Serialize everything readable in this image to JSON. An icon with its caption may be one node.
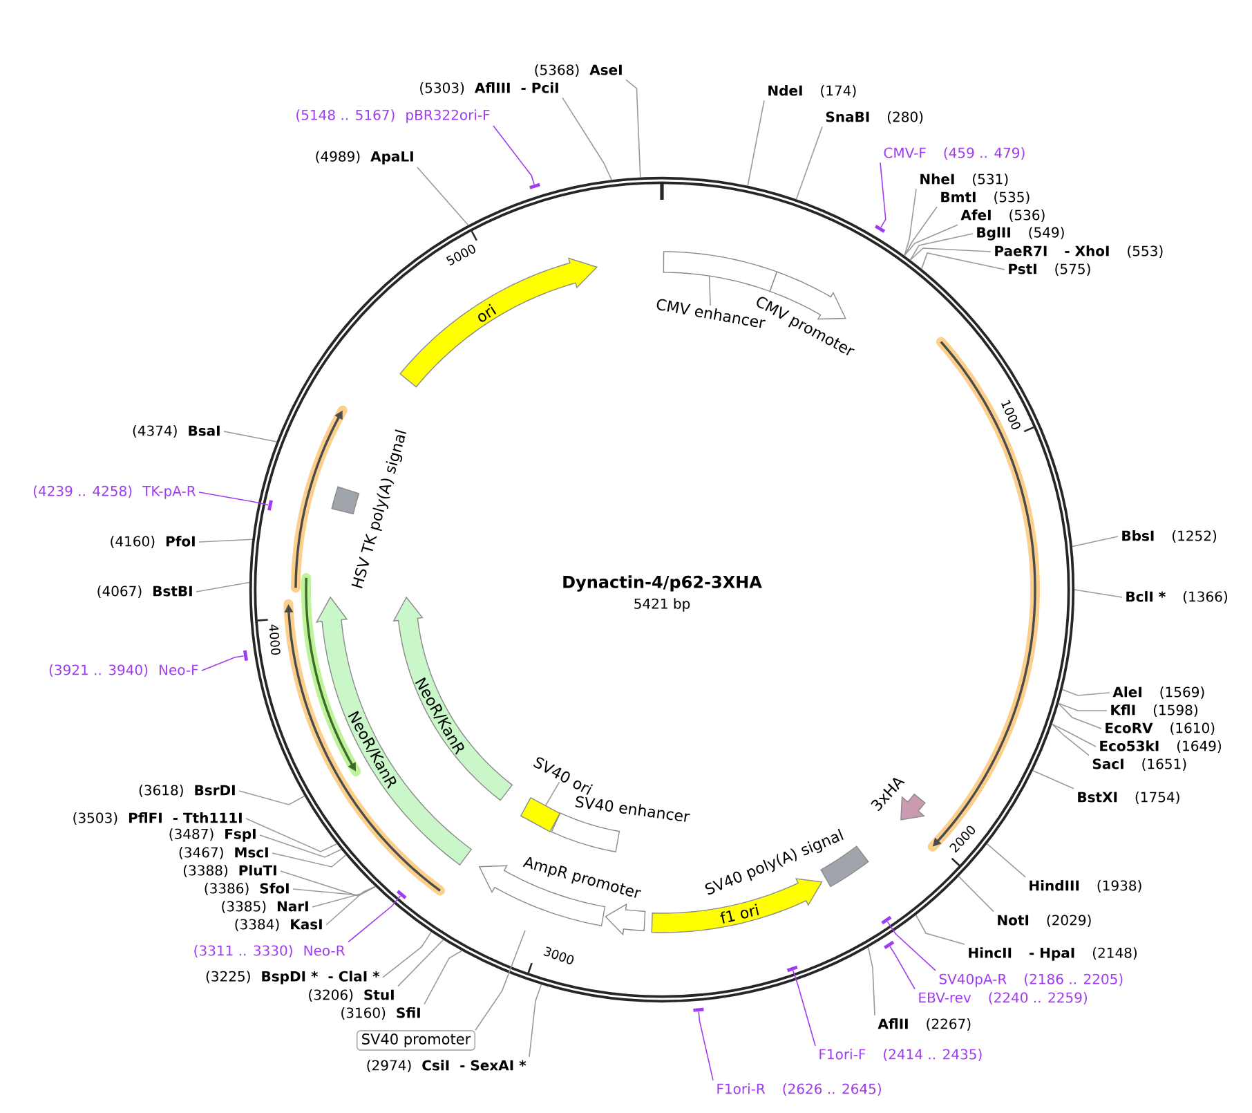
{
  "diagram": {
    "title": "Dynactin-4/p62-3XHA",
    "nodes": [
      {
        "text": [
          "NdeI",
          "(174)"
        ]
      },
      {
        "text": [
          "SnaBI",
          "(280)"
        ]
      },
      {
        "text": [
          "CMV-F",
          "(459 .. 479)"
        ]
      },
      {
        "text": [
          "NheI",
          "(531)"
        ]
      },
      {
        "text": [
          "BmtI",
          "(535)"
        ]
      },
      {
        "text": [
          "AfeI",
          "(536)"
        ]
      },
      {
        "text": [
          "BglII",
          "(549)"
        ]
      },
      {
        "text": [
          "PaeR7I",
          "- XhoI",
          "(553)"
        ]
      },
      {
        "text": [
          "PstI",
          "(575)"
        ]
      },
      {
        "text": [
          "BbsI",
          "(1252)"
        ]
      },
      {
        "text": [
          "BclI *",
          "(1366)"
        ]
      },
      {
        "text": [
          "AleI",
          "(1569)"
        ]
      },
      {
        "text": [
          "KflI",
          "(1598)"
        ]
      },
      {
        "text": [
          "EcoRV",
          "(1610)"
        ]
      },
      {
        "text": [
          "Eco53kI",
          "(1649)"
        ]
      },
      {
        "text": [
          "SacI",
          "(1651)"
        ]
      },
      {
        "text": [
          "BstXI",
          "(1754)"
        ]
      },
      {
        "text": [
          "HindIII",
          "(1938)"
        ]
      },
      {
        "text": [
          "NotI",
          "(2029)"
        ]
      },
      {
        "text": [
          "HincII",
          "- HpaI",
          "(2148)"
        ]
      },
      {
        "text": [
          "SV40pA-R",
          "(2186 .. 2205)"
        ]
      },
      {
        "text": [
          "EBV-rev",
          "(2240 .. 2259)"
        ]
      },
      {
        "text": [
          "AflII",
          "(2267)"
        ]
      },
      {
        "text": [
          "F1ori-F",
          "(2414 .. 2435)"
        ]
      },
      {
        "text": [
          "F1ori-R",
          "(2626 .. 2645)"
        ]
      },
      {
        "text": [
          "(2974)",
          "CsiI",
          "- SexAI *"
        ]
      },
      {
        "text": [
          "SV40 promoter"
        ]
      },
      {
        "text": [
          "(3160)",
          "SfiI"
        ]
      },
      {
        "text": [
          "(3206)",
          "StuI"
        ]
      },
      {
        "text": [
          "(3225)",
          "BspDI *",
          "- ClaI *"
        ]
      },
      {
        "text": [
          "(3311 .. 3330)",
          "Neo-R"
        ]
      },
      {
        "text": [
          "(3384)",
          "KasI"
        ]
      },
      {
        "text": [
          "(3385)",
          "NarI"
        ]
      },
      {
        "text": [
          "(3386)",
          "SfoI"
        ]
      },
      {
        "text": [
          "(3388)",
          "PluTI"
        ]
      },
      {
        "text": [
          "(3467)",
          "MscI"
        ]
      },
      {
        "text": [
          "(3487)",
          "FspI"
        ]
      },
      {
        "text": [
          "(3503)",
          "PflFI",
          "- Tth111I"
        ]
      },
      {
        "text": [
          "(3618)",
          "BsrDI"
        ]
      },
      {
        "text": [
          "(3921 .. 3940)",
          "Neo-F"
        ]
      },
      {
        "text": [
          "(4067)",
          "BstBI"
        ]
      },
      {
        "text": [
          "(4160)",
          "PfoI"
        ]
      },
      {
        "text": [
          "(4239 .. 4258)",
          "TK-pA-R"
        ]
      },
      {
        "text": [
          "(4374)",
          "BsaI"
        ]
      },
      {
        "text": [
          "(4989)",
          "ApaLI"
        ]
      },
      {
        "text": [
          "(5148 .. 5167)",
          "pBR322ori-F"
        ]
      },
      {
        "text": [
          "(5303)",
          "AflIII",
          "- PciI"
        ]
      },
      {
        "text": [
          "(5368)",
          "AseI"
        ]
      },
      {
        "text": [],
        "shape": "circle"
      },
      {
        "text": [
          "CMV enhancer"
        ],
        "in": 48
      },
      {
        "text": [],
        "shape": "bar",
        "in": 48
      },
      {
        "text": [
          "CMV promoter"
        ],
        "in": 48
      },
      {
        "text": [
          "3xHA"
        ],
        "in": 48
      },
      {
        "text": [
          "SV40 poly(A) signal"
        ],
        "in": 48
      },
      {
        "text": [
          "f1 ori"
        ],
        "in": 48
      },
      {
        "text": [],
        "shape": "arrow",
        "in": 48
      },
      {
        "text": [
          "AmpR promoter"
        ],
        "in": 48
      },
      {
        "text": [
          "SV40 enhancer"
        ],
        "in": 48
      },
      {
        "text": [
          "SV40 ori"
        ],
        "in": 48
      },
      {
        "text": [],
        "shape": "box",
        "in": 48
      },
      {
        "text": [
          "NeoR/KanR"
        ],
        "in": 48
      },
      {
        "text": [
          "NeoR/KanR"
        ],
        "in": 48
      },
      {
        "text": [
          "HSV TK poly(A) signal"
        ],
        "in": 48
      },
      {
        "text": [
          "ori"
        ],
        "in": 48
      },
      {
        "text": [],
        "shape": "bar"
      },
      {
        "text": [],
        "shape": "bar"
      },
      {
        "text": [],
        "shape": "bar",
        "in": 48
      },
      {
        "text": [],
        "shape": "bar"
      },
      {
        "text": [],
        "shape": "bar",
        "in": 48
      },
      {
        "text": [],
        "shape": "bar",
        "in": 48
      },
      {
        "text": [],
        "shape": "bar"
      },
      {
        "text": [],
        "shape": "bar",
        "in": 48
      },
      {
        "text": [],
        "shape": "bar"
      }
    ],
    "edges": [
      {
        "from": 0,
        "to": 48,
        "arrow": "none"
      },
      {
        "from": 1,
        "to": 48,
        "arrow": "none"
      },
      {
        "from": 2,
        "to": 65,
        "arrow": "none",
        "color": "#a03cf0"
      },
      {
        "from": 3,
        "to": 48,
        "arrow": "none"
      },
      {
        "from": 4,
        "to": 48,
        "arrow": "none"
      },
      {
        "from": 5,
        "to": 48,
        "arrow": "none"
      },
      {
        "from": 6,
        "to": 48,
        "arrow": "none"
      },
      {
        "from": 7,
        "to": 48,
        "arrow": "none"
      },
      {
        "from": 8,
        "to": 48,
        "arrow": "none"
      },
      {
        "from": 9,
        "to": 48,
        "arrow": "none"
      },
      {
        "from": 10,
        "to": 48,
        "arrow": "none"
      },
      {
        "from": 11,
        "to": 48,
        "arrow": "none"
      },
      {
        "from": 12,
        "to": 48,
        "arrow": "none"
      },
      {
        "from": 13,
        "to": 48,
        "arrow": "none"
      },
      {
        "from": 14,
        "to": 48,
        "arrow": "none"
      },
      {
        "from": 15,
        "to": 48,
        "arrow": "none"
      },
      {
        "from": 16,
        "to": 48,
        "arrow": "none"
      },
      {
        "from": 17,
        "to": 48,
        "arrow": "none"
      },
      {
        "from": 18,
        "to": 48,
        "arrow": "none"
      },
      {
        "from": 19,
        "to": 48,
        "arrow": "none"
      },
      {
        "from": 20,
        "to": 69,
        "arrow": "none",
        "color": "#a03cf0"
      },
      {
        "from": 21,
        "to": 70,
        "arrow": "none",
        "color": "#a03cf0"
      },
      {
        "from": 22,
        "to": 48,
        "arrow": "none"
      },
      {
        "from": 23,
        "to": 71,
        "arrow": "none",
        "color": "#a03cf0"
      },
      {
        "from": 24,
        "to": 72,
        "arrow": "none",
        "color": "#a03cf0"
      },
      {
        "from": 25,
        "to": 48,
        "arrow": "none"
      },
      {
        "from": 26,
        "to": 48,
        "arrow": "none"
      },
      {
        "from": 27,
        "to": 48,
        "arrow": "none"
      },
      {
        "from": 28,
        "to": 48,
        "arrow": "none"
      },
      {
        "from": 29,
        "to": 48,
        "arrow": "none"
      },
      {
        "from": 30,
        "to": 68,
        "arrow": "none",
        "color": "#a03cf0"
      },
      {
        "from": 31,
        "to": 48,
        "arrow": "none"
      },
      {
        "from": 32,
        "to": 48,
        "arrow": "none"
      },
      {
        "from": 33,
        "to": 48,
        "arrow": "none"
      },
      {
        "from": 34,
        "to": 48,
        "arrow": "none"
      },
      {
        "from": 35,
        "to": 48,
        "arrow": "none"
      },
      {
        "from": 36,
        "to": 48,
        "arrow": "none"
      },
      {
        "from": 37,
        "to": 48,
        "arrow": "none"
      },
      {
        "from": 38,
        "to": 48,
        "arrow": "none"
      },
      {
        "from": 39,
        "to": 67,
        "arrow": "none",
        "color": "#a03cf0"
      },
      {
        "from": 40,
        "to": 48,
        "arrow": "none"
      },
      {
        "from": 41,
        "to": 48,
        "arrow": "none"
      },
      {
        "from": 42,
        "to": 66,
        "arrow": "none",
        "color": "#a03cf0"
      },
      {
        "from": 43,
        "to": 48,
        "arrow": "none"
      },
      {
        "from": 44,
        "to": 48,
        "arrow": "none"
      },
      {
        "from": 45,
        "to": 64,
        "arrow": "none",
        "color": "#a03cf0"
      },
      {
        "from": 46,
        "to": 48,
        "arrow": "none"
      },
      {
        "from": 47,
        "to": 48,
        "arrow": "none"
      },
      {
        "from": 49,
        "to": 50,
        "arrow": "none"
      },
      {
        "from": 58,
        "to": 59,
        "arrow": "none"
      }
    ],
    "labels": [
      "5000",
      "1000",
      "5421 bp",
      "4000",
      "2000",
      "3000"
    ]
  }
}
